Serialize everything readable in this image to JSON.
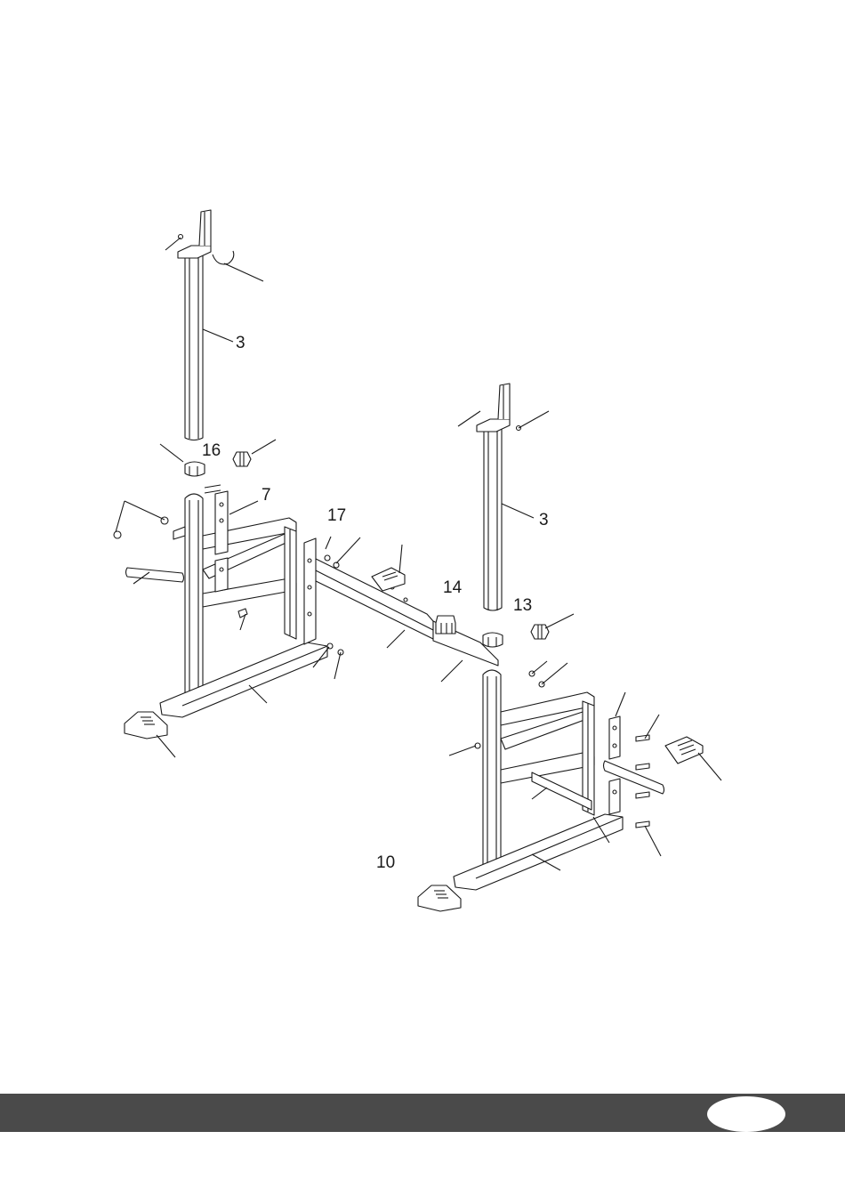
{
  "diagram": {
    "labels": {
      "upright_left": "3",
      "upright_right": "3",
      "part_16": "16",
      "part_7": "7",
      "part_17": "17",
      "part_14": "14",
      "part_13": "13",
      "part_10": "10"
    }
  },
  "footer": {
    "page_number": ""
  },
  "colors": {
    "line": "#1a1a1a",
    "footer_bar": "#4a4a4a",
    "badge": "#ffffff"
  }
}
